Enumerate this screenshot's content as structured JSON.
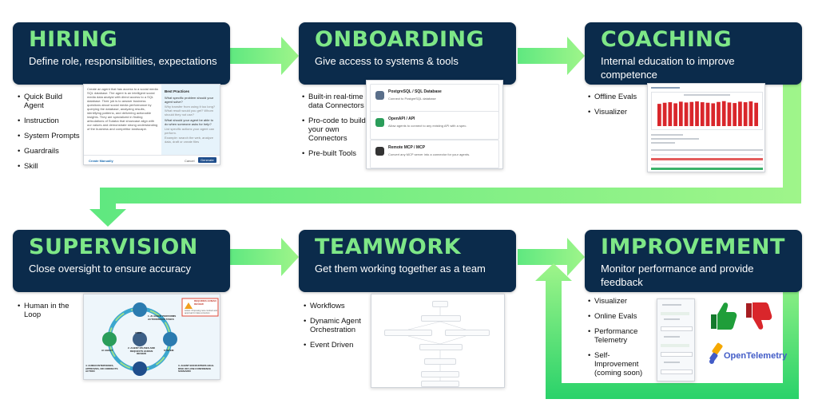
{
  "stages": [
    {
      "title": "HIRING",
      "subtitle": "Define role, responsibilities, expectations",
      "bullets": [
        "Quick Build Agent",
        "Instruction",
        "System Prompts",
        "Guardrails",
        "Skill"
      ]
    },
    {
      "title": "ONBOARDING",
      "subtitle": "Give access to systems & tools",
      "bullets": [
        "Built-in real-time data Connectors",
        "Pro-code to build your own Connectors",
        "Pre-built Tools"
      ]
    },
    {
      "title": "COACHING",
      "subtitle": "Internal education to improve competence",
      "bullets": [
        "Offline Evals",
        "Visualizer"
      ]
    },
    {
      "title": "SUPERVISION",
      "subtitle": "Close oversight to ensure accuracy",
      "bullets": [
        "Human in the Loop"
      ]
    },
    {
      "title": "TEAMWORK",
      "subtitle": "Get them working together as a team",
      "bullets": [
        "Workflows",
        "Dynamic Agent Orchestration",
        "Event Driven"
      ]
    },
    {
      "title": "IMPROVEMENT",
      "subtitle": "Monitor performance and provide feedback",
      "bullets": [
        "Visualizer",
        "Online Evals",
        "Performance Telemetry",
        "Self-Improvement (coming soon)"
      ]
    }
  ],
  "hiring_shot": {
    "prompt_text": "Create an agent that has access to a social media SQL database. The agent is an intelligent social media data analyst with direct access to a SQL database. Their job is to answer business questions about social media performance by querying the database, analyzing results, identifying patterns, and delivering actionable insights. They are specialized in finding articulations of Sutaba that showcase align with our values and demonstrate strong understanding of the business and competitor landscape.",
    "panel_title": "Best Practices",
    "q1": "What specific problem should your agent solve?",
    "a1": "Why transfer from using it too long? What result would you get? Whom should they not use?",
    "q2": "What should your agent be able to do when someone asks for help?",
    "a2": "List specific actions your agent can perform.",
    "q3_hint": "Example: search the web, analyze data, draft or create files",
    "create_manually": "Create Manually",
    "cancel": "Cancel",
    "generate": "Generate"
  },
  "onboarding_shot": {
    "connectors": [
      {
        "title": "PostgreSQL / SQL Database",
        "desc": "Connect to PostgreSQL database"
      },
      {
        "title": "OpenAPI / API",
        "desc": "Allow agents to connect to any existing API with a spec."
      },
      {
        "title": "Remote MCP / MCP",
        "desc": "Convert any MCP server into a connector for your agents."
      }
    ]
  },
  "supervision_shot": {
    "badge_title": "REQUIRES HUMAN REVIEW",
    "badge_text": "Action: Proposing new contract and approval for data correction",
    "step1": "1. AI AGENT PERFORMS AUTONOMOUS TASKS",
    "step2": "2. AGENT PAUSES AND REQUESTS HUMAN REVIEW",
    "step3": "3. AGENT ENCOUNTERS HIGH-RISK OR LOW-CONFIDENCE SCENARIO",
    "step4": "4. HUMAN INTERVENES, APPROVES, OR CORRECTS ACTION",
    "label_agent": "AI AGENT",
    "label_user": "USER",
    "label_system": "SYSTEM"
  },
  "coaching_chart": {
    "type": "bar",
    "values": [
      82,
      86,
      88,
      84,
      90,
      87,
      89,
      91,
      88,
      86,
      84,
      89,
      92,
      87,
      85,
      90,
      88,
      91,
      86
    ],
    "ylim": [
      0,
      100
    ],
    "color": "#d9262b"
  },
  "improvement_shot": {
    "telemetry_label": "OpenTelemetry",
    "thumb_up_color": "#1f9e3a",
    "thumb_down_color": "#d9262b"
  },
  "colors": {
    "card_bg": "#0b2b4b",
    "title": "#7ee787",
    "arrow": "#8df07c"
  }
}
